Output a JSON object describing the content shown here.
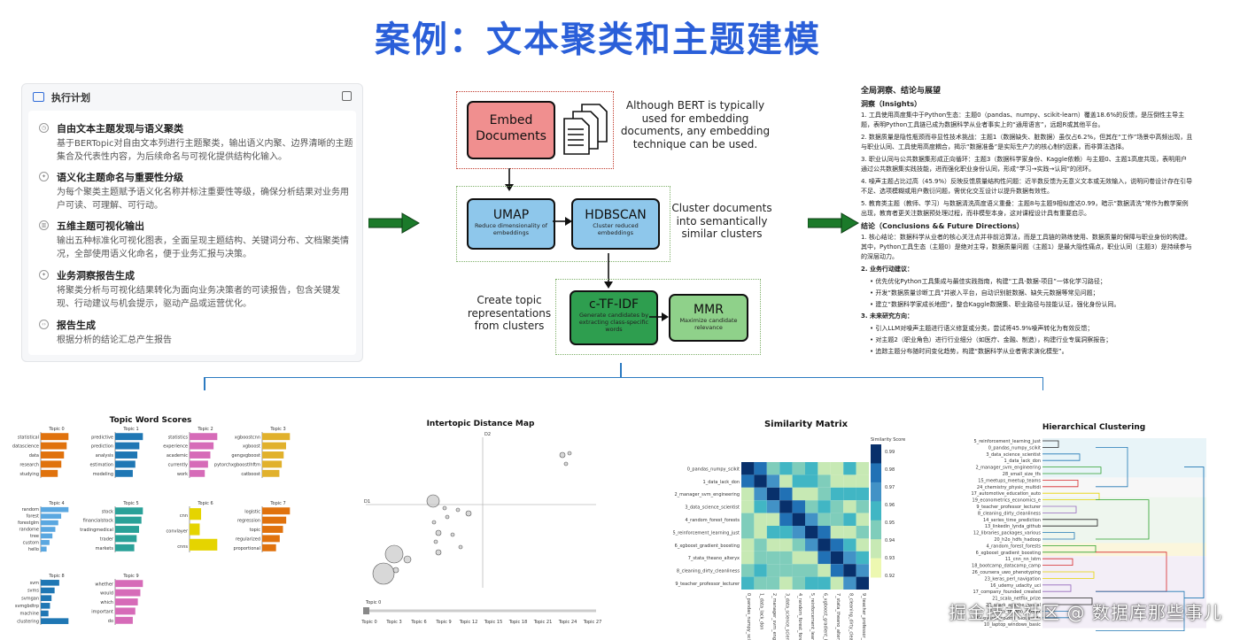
{
  "title": "案例：文本聚类和主题建模",
  "plan": {
    "header": "执行计划",
    "steps": [
      {
        "title": "自由文本主题发现与语义聚类",
        "desc": "基于BERTopic对自由文本列进行主题聚类，输出语义内聚、边界清晰的主题集合及代表性内容，为后续命名与可视化提供结构化输入。"
      },
      {
        "title": "语义化主题命名与重要性分级",
        "desc": "为每个聚类主题赋予语义化名称并标注重要性等级，确保分析结果对业务用户可读、可理解、可行动。"
      },
      {
        "title": "五维主题可视化输出",
        "desc": "输出五种标准化可视化图表，全面呈现主题结构、关键词分布、文档聚类情况，全部使用语义化命名，便于业务汇报与决策。"
      },
      {
        "title": "业务洞察报告生成",
        "desc": "将聚类分析与可视化结果转化为面向业务决策者的可读报告，包含关键发现、行动建议与机会提示，驱动产品或运营优化。"
      },
      {
        "title": "报告生成",
        "desc": "根据分析的结论汇总产生报告"
      }
    ]
  },
  "flow": {
    "embed": "Embed\nDocuments",
    "embed_note": "Although BERT is typically used for embedding documents, any embedding technique can be used.",
    "umap": "UMAP",
    "umap_sub": "Reduce dimensionality of embeddings",
    "hdbscan": "HDBSCAN",
    "hdbscan_sub": "Cluster reduced embeddings",
    "cluster_note": "Cluster documents into semantically similar clusters",
    "ctfidf": "c-TF-IDF",
    "ctfidf_sub": "Generate candidates by extracting class-specific words",
    "mmr": "MMR",
    "mmr_sub": "Maximize candidate relevance",
    "topic_note": "Create topic representations from clusters"
  },
  "insights": {
    "title": "全局洞察、结论与展望",
    "sub1": "洞察（Insights）",
    "items": [
      "1. 工具使用高度集中于Python生态：主题0（pandas、numpy、scikit-learn）覆盖18.6%的反馈，是压倒性主导主题，表明Python工具链已成为数据科学从业者事实上的“通用语言”，远超R或其他平台。",
      "2. 数据质量是隐性瓶颈而非显性技术挑战：主题1（数据缺失、脏数据）虽仅占6.2%，但其在“工作”场景中高频出现，且与职业认同、工具使用高度耦合，揭示“数据准备”是实际生产力的核心制约因素，而非算法选择。",
      "3. 职业认同与公共数据集形成正向循环：主题3（数据科学家身份、Kaggle依赖）与主题0、主题1高度共现，表明用户通过公共数据集实践技能，进而强化职业身份认同，形成“学习→实践→认同”的闭环。",
      "4. 噪声主题占比过高（45.9%）反映反馈质量结构性问题：近半数反馈为无意义文本或无效输入，说明问卷设计存在引导不足、选项模糊或用户敷衍问题，需优化交互设计以提升数据有效性。",
      "5. 教育类主题（教师、学习）与数据清洗高度语义重叠：主题8与主题9相似度达0.99，暗示“数据清洗”常作为教学案例出现，教育者更关注数据预处理过程，而非模型本身，这对课程设计具有重要启示。"
    ],
    "sub2": "结论（Conclusions && Future Directions）",
    "c1": "1. 核心结论：数据科学从业者的核心关注点并非前沿算法，而是工具链的熟练使用、数据质量的保障与职业身份的构建。其中，Python工具生态（主题0）是绝对主导，数据质量问题（主题1）是最大隐性痛点，职业认同（主题3）是持续参与的深层动力。",
    "c2": "2. 业务行动建议：",
    "c2_items": [
      "• 优先优化Python工具集成与最佳实践指南，构建“工具-数据-项目”一体化学习路径；",
      "• 开发“数据质量诊断工具”并嵌入平台，自动识别脏数据、缺失元数据等常见问题；",
      "• 建立“数据科学家成长地图”，整合Kaggle数据集、职业路径与技能认证，强化身份认同。"
    ],
    "c3": "3. 未来研究方向：",
    "c3_items": [
      "• 引入LLM对噪声主题进行语义修复或分类，尝试将45.9%噪声转化为有效反馈；",
      "• 对主题2（职业角色）进行行业细分（如医疗、金融、制造），构建行业专属洞察报告；",
      "• 追踪主题分布随时间变化趋势，构建“数据科学从业者需求演化模型”。"
    ]
  },
  "charts": {
    "word_scores": {
      "title": "Topic Word Scores",
      "topics": [
        {
          "name": "Topic 0",
          "color": "#e0720d",
          "words": [
            "statistical",
            "datascience",
            "data",
            "research",
            "studying"
          ],
          "values": [
            0.62,
            0.58,
            0.52,
            0.46,
            0.38
          ]
        },
        {
          "name": "Topic 1",
          "color": "#1f77b4",
          "words": [
            "predictive",
            "prediction",
            "analysis",
            "estimation",
            "modeling"
          ],
          "values": [
            0.55,
            0.48,
            0.44,
            0.4,
            0.35
          ]
        },
        {
          "name": "Topic 2",
          "color": "#d66bb8",
          "words": [
            "statistics",
            "experience",
            "academic",
            "currently",
            "work"
          ],
          "values": [
            0.6,
            0.52,
            0.45,
            0.4,
            0.33
          ]
        },
        {
          "name": "Topic 3",
          "color": "#e1b12c",
          "words": [
            "xgboostcnn",
            "xgboost",
            "gengxgboost",
            "pytorchxgboostlhftm",
            "catboost"
          ],
          "values": [
            0.58,
            0.5,
            0.45,
            0.41,
            0.36
          ]
        },
        {
          "name": "Topic 4",
          "color": "#5aa7e0",
          "words": [
            "random",
            "forest",
            "forestglm",
            "randome",
            "tree",
            "custom",
            "hello"
          ],
          "values": [
            0.95,
            0.7,
            0.6,
            0.5,
            0.4,
            0.3,
            0.2
          ]
        },
        {
          "name": "Topic 5",
          "color": "#2aa198",
          "words": [
            "stock",
            "financialstock",
            "tradingmedical",
            "trader",
            "markets"
          ],
          "values": [
            0.58,
            0.55,
            0.5,
            0.45,
            0.4
          ]
        },
        {
          "name": "Topic 6",
          "color": "#e5d400",
          "words": [
            "cnn",
            "convlayer",
            "cnns"
          ],
          "values": [
            0.25,
            0.22,
            0.6
          ]
        },
        {
          "name": "Topic 7",
          "color": "#e0720d",
          "words": [
            "logistic",
            "regression",
            "topic",
            "regularized",
            "proportional"
          ],
          "values": [
            0.6,
            0.52,
            0.45,
            0.38,
            0.3
          ]
        },
        {
          "name": "Topic 8",
          "color": "#1f77b4",
          "words": [
            "svm",
            "svms",
            "svmgan",
            "svmgbdtrp",
            "machine",
            "clustering"
          ],
          "values": [
            1.2,
            0.9,
            0.7,
            0.6,
            0.5,
            1.8
          ]
        },
        {
          "name": "Topic 9",
          "color": "#d66bb8",
          "words": [
            "whether",
            "would",
            "which",
            "important",
            "do"
          ],
          "values": [
            0.55,
            0.5,
            0.45,
            0.4,
            0.35
          ]
        }
      ]
    },
    "intertopic": {
      "title": "Intertopic Distance Map",
      "d1": "D1",
      "d2": "D2",
      "slider_label": "Topic 0",
      "ticks": [
        "Topic 0",
        "Topic 3",
        "Topic 6",
        "Topic 9",
        "Topic 12",
        "Topic 15",
        "Topic 18",
        "Topic 21",
        "Topic 24",
        "Topic 27"
      ]
    },
    "similarity": {
      "title": "Similarity Matrix",
      "colorbar_label": "Similarity Score",
      "labels": [
        "0_pandas_numpy_scikit",
        "1_data_lack_don",
        "2_manager_svm_engineering",
        "3_data_science_scientist",
        "4_random_forest_forests",
        "5_reinforcement_learning_just",
        "6_xgboost_gradient_boosting",
        "7_stata_theano_alteryx",
        "8_cleaning_dirty_cleanliness",
        "9_teacher_professor_lecturer"
      ],
      "colorbar_ticks": [
        "0.99",
        "0.98",
        "0.97",
        "0.96",
        "0.95",
        "0.94",
        "0.93",
        "0.92"
      ]
    },
    "hierarchical": {
      "title": "Hierarchical Clustering",
      "labels": [
        "5_reinforcement_learning_just",
        "0_pandas_numpy_scikit",
        "3_data_science_scientist",
        "1_data_lack_don",
        "2_manager_svm_engineering",
        "28_small_size_tfs",
        "15_meetups_meetup_teams",
        "24_chemistry_physic_multidi",
        "17_automotive_education_auto",
        "19_econometrics_economics_e",
        "9_teacher_professor_lecturer",
        "8_cleaning_dirty_cleanliness",
        "14_series_time_prediction",
        "13_linkedin_lynda_github",
        "12_libraries_packages_various",
        "20_h2o_hdfs_hadoop",
        "4_random_forest_forests",
        "6_xgboost_gradient_boosting",
        "11_cnn_nn_lstm",
        "18_bootcamp_datacamp_camp",
        "26_coursera_uwo_phenotyping",
        "23_keras_perl_navigation",
        "16_udemy_udacity_uci",
        "17_company_founded_created",
        "21_scala_netflix_prize",
        "22_spark_apache_pascal",
        "7_stata_theano_alteryx",
        "25_pyorch_colorni_thousands",
        "10_laptop_windows_basic"
      ]
    }
  },
  "watermark": "掘金技术社区 @ 数据库那些事儿",
  "colors": {
    "accent": "#2a5fd9",
    "arrow": "#1b7a2a",
    "embed": "#f08f8f",
    "umap": "#8ec7eb",
    "ctfidf": "#2e9e4f",
    "mmr": "#8fd18a"
  }
}
